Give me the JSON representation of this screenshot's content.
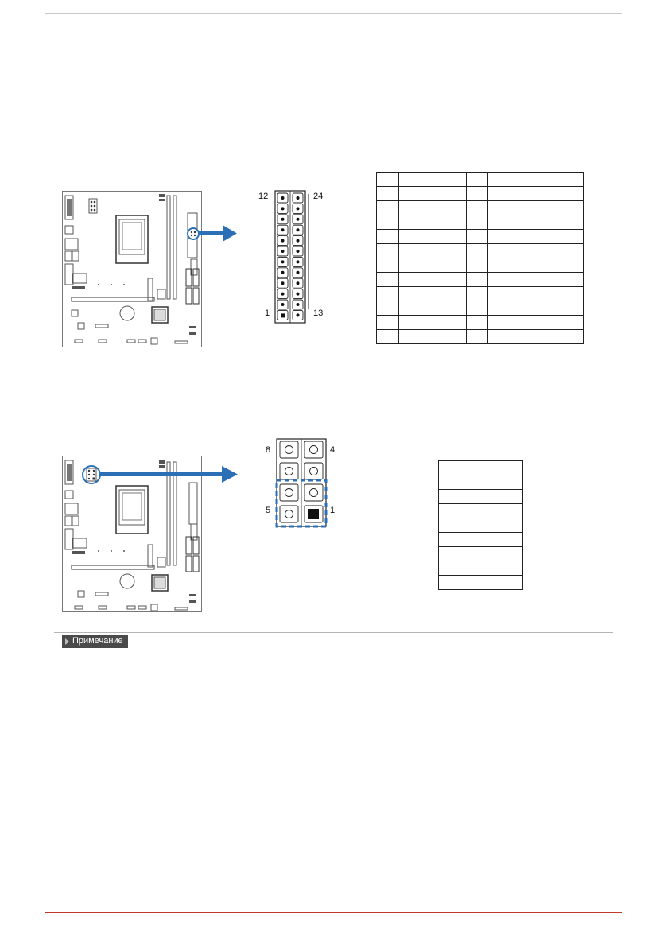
{
  "colors": {
    "accent_blue": "#2b6fb6",
    "footer_red": "#c0392b",
    "separator_gray": "#b5b5b5"
  },
  "atx_connector": {
    "pin_labels": {
      "top_left": "12",
      "top_right": "24",
      "bottom_left": "1",
      "bottom_right": "13"
    },
    "table_rows": 12
  },
  "cpu_connector": {
    "pin_labels": {
      "top_left": "8",
      "top_right": "4",
      "bottom_left": "5",
      "bottom_right": "1"
    },
    "table_rows": 9
  },
  "note": {
    "label": "Примечание"
  }
}
